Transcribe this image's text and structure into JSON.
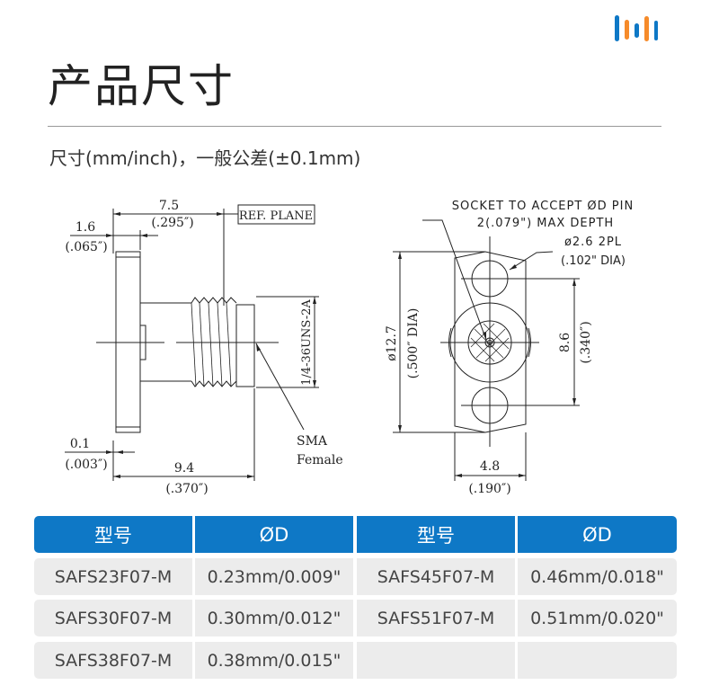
{
  "header": {
    "title": "产品尺寸",
    "subtitle": "尺寸(mm/inch)，一般公差(±0.1mm)"
  },
  "colors": {
    "accent_blue": "#0e78c6",
    "accent_orange": "#f68b2a",
    "cell_bg": "#ececec"
  },
  "side_view": {
    "dim_length": "7.5",
    "dim_length_in": "(.295″)",
    "ref_plane": "REF. PLANE",
    "dim_flange": "1.6",
    "dim_flange_in": "(.065″)",
    "dim_gap": "0.1",
    "dim_gap_in": "(.003″)",
    "dim_total": "9.4",
    "dim_total_in": "(.370″)",
    "thread": "1/4-36UNS-2A",
    "connector_type": "SMA",
    "gender": "Female"
  },
  "front_view": {
    "socket_note": "SOCKET TO ACCEPT ØD PIN",
    "socket_depth": "2(.079\") MAX DEPTH",
    "hole_dia": "ø2.6 2PL",
    "hole_dia_in": "(.102\" DIA)",
    "flange_dia": "ø12.7",
    "flange_dia_in": "(.500″ DIA)",
    "hole_spacing": "8.6",
    "hole_spacing_in": "(.340″)",
    "width": "4.8",
    "width_in": "(.190″)"
  },
  "table": {
    "headers": [
      "型号",
      "ØD",
      "型号",
      "ØD"
    ],
    "rows": [
      [
        "SAFS23F07-M",
        "0.23mm/0.009\"",
        "SAFS45F07-M",
        "0.46mm/0.018\""
      ],
      [
        "SAFS30F07-M",
        "0.30mm/0.012\"",
        "SAFS51F07-M",
        "0.51mm/0.020\""
      ],
      [
        "SAFS38F07-M",
        "0.38mm/0.015\"",
        "",
        ""
      ]
    ]
  }
}
